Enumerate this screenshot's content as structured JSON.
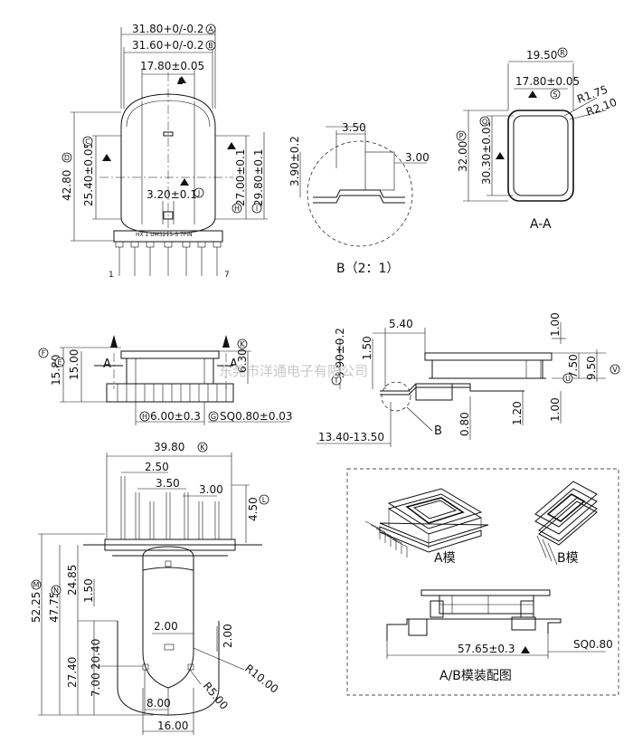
{
  "front_view": {
    "dims": {
      "w1": "31.80+0/-0.2",
      "w2": "31.60+0/-0.2",
      "w3": "17.80±0.05",
      "h_total": "42.80",
      "h1": "25.40±0.05",
      "h2": "27.00±0.1",
      "h3": "29.80±0.1",
      "slot": "3.20±0.1"
    },
    "markers": {
      "w1": "A",
      "w2": "B",
      "h_total": "D",
      "h1": "C",
      "h2": "H",
      "h3": "I",
      "slot": "J"
    },
    "part_text": "HX 1 UM3215-S 7PIN",
    "pin_first": "1",
    "pin_last": "7"
  },
  "detail_b": {
    "dims": {
      "d1": "3.50",
      "d2": "3.00",
      "d3": "3.90±0.2"
    },
    "caption": "B（2：1）"
  },
  "section_aa": {
    "dims": {
      "w1": "19.50",
      "w2": "17.80±0.05",
      "r1": "R1.75",
      "r2": "R2.10",
      "h1": "32.00",
      "h2": "30.30±0.05"
    },
    "markers": {
      "w1": "R",
      "w2": "S",
      "h1": "P",
      "h2": "Q"
    },
    "caption": "A-A"
  },
  "side_view": {
    "dims": {
      "h_outer": "15.80",
      "h_inner": "15.00",
      "top": "6.30",
      "pitch": "6.00±0.3",
      "pin": "SQ0.80±0.03"
    },
    "markers": {
      "h_outer": "F",
      "h_inner": "E",
      "top": "K",
      "pitch": "H",
      "pin": "G"
    },
    "section_mark": "A"
  },
  "profile_view": {
    "dims": {
      "top_len": "5.40",
      "h1": "3.90±0.2",
      "h2": "1.50",
      "len": "13.40-13.50",
      "r1": "1.00",
      "r2": "7.50",
      "r3": "9.50",
      "b1": "0.80",
      "b2": "1.20",
      "b3": "1.00"
    },
    "markers": {
      "h1": "T",
      "r3": "V",
      "r2": "U"
    },
    "detail_label": "B"
  },
  "bottom_view": {
    "dims": {
      "w": "39.80",
      "p1": "2.50",
      "p2": "3.50",
      "p3": "3.00",
      "pin_h": "4.50",
      "total": "52.25",
      "h2": "47.75",
      "h3": "24.85",
      "h4": "1.50",
      "h5": "20.40",
      "h6": "27.40",
      "h7": "7.00",
      "s1": "2.00",
      "s2": "2.00",
      "r1": "R10.00",
      "r2": "R5.00",
      "b1": "8.00",
      "b2": "16.00"
    },
    "markers": {
      "w": "K",
      "pin_h": "L",
      "total": "M",
      "h2": "N"
    }
  },
  "assembly": {
    "label_a": "A模",
    "label_b": "B模",
    "dim_len": "57.65±0.3",
    "dim_pin": "SQ0.80",
    "caption": "A/B模装配图"
  },
  "watermark": "东莞市洋通电子有限公司"
}
